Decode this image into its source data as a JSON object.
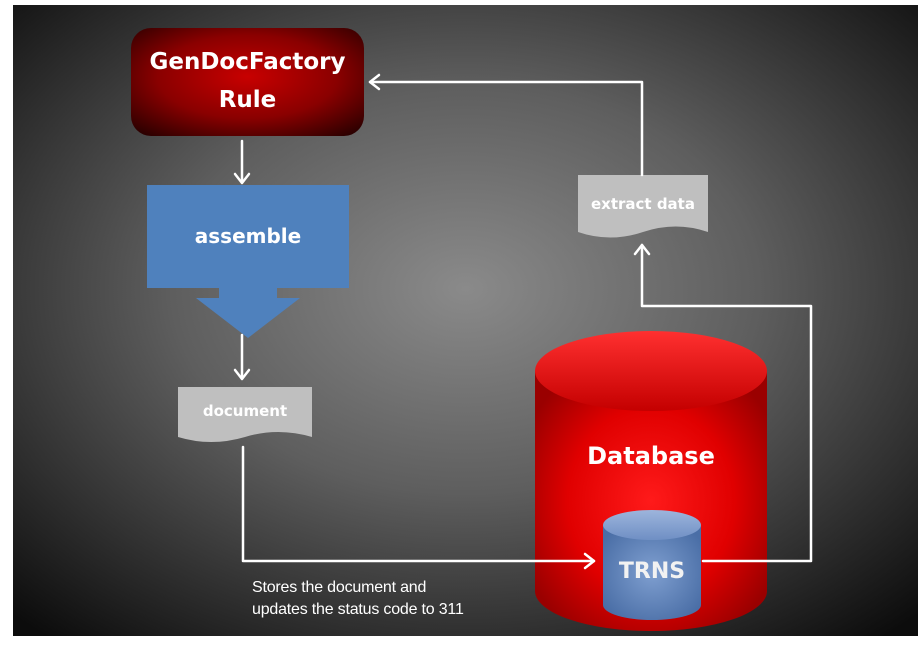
{
  "diagram": {
    "rule_title_line1": "GenDocFactory",
    "rule_title_line2": "Rule",
    "assemble_label": "assemble",
    "document_label": "document",
    "extract_label": "extract data",
    "database_label": "Database",
    "trns_label": "TRNS",
    "note_line1": "Stores  the document and",
    "note_line2": "updates the status code to 311"
  },
  "colors": {
    "background_center": "#7f7f7f",
    "background_edge": "#0e0e0e",
    "rule_red": "#c00000",
    "assemble_blue": "#4f81bd",
    "document_gray": "#bfbfbf",
    "database_red": "#ff0000",
    "trns_blue": "#6d8fc0"
  }
}
